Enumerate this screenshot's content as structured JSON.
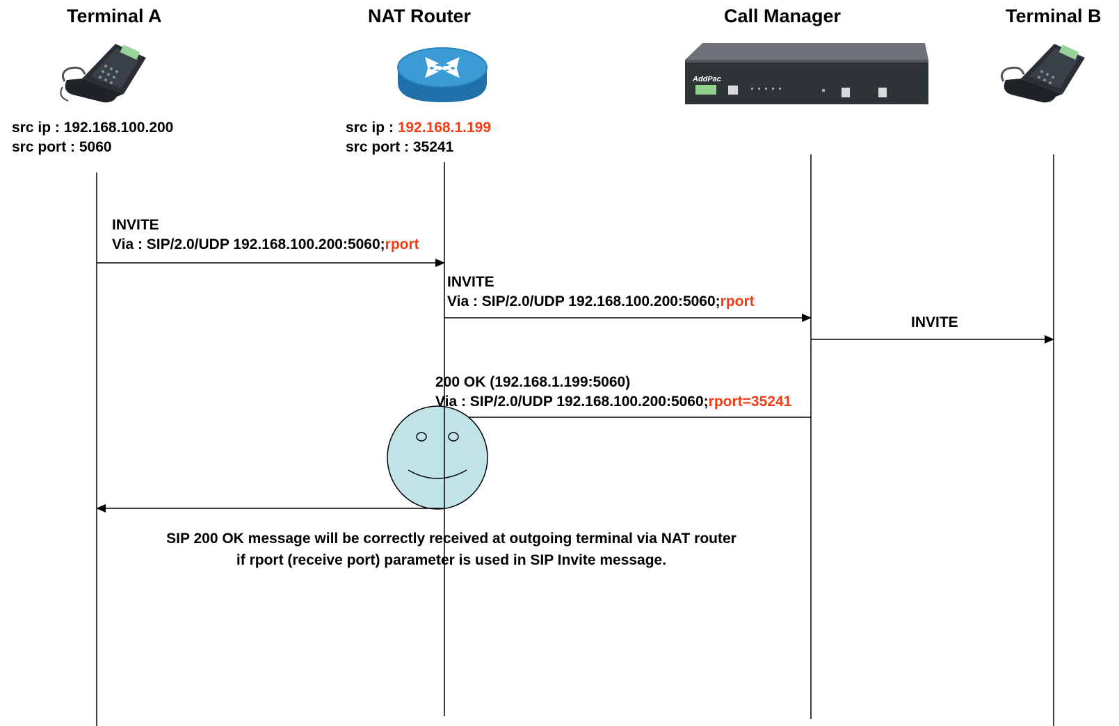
{
  "participants": {
    "terminal_a": "Terminal A",
    "nat_router": "NAT Router",
    "call_manager": "Call Manager",
    "terminal_b": "Terminal B"
  },
  "terminal_a_addr": {
    "ip_label": "src ip : ",
    "ip_value": "192.168.100.200",
    "port_label": "src port : ",
    "port_value": "5060"
  },
  "nat_addr": {
    "ip_label": "src ip : ",
    "ip_value": "192.168.1.199",
    "port_label": "src port : ",
    "port_value": "35241"
  },
  "device_brand": "AddPac",
  "messages": {
    "m1": {
      "method": "INVITE",
      "via": "Via : SIP/2.0/UDP 192.168.100.200:5060;",
      "param": "rport"
    },
    "m2": {
      "method": "INVITE",
      "via": "Via : SIP/2.0/UDP 192.168.100.200:5060;",
      "param": "rport"
    },
    "m3": {
      "method": "INVITE"
    },
    "m4": {
      "method": "200 OK (192.168.1.199:5060)",
      "via": "Via : SIP/2.0/UDP 192.168.100.200:5060;",
      "param": "rport=35241"
    }
  },
  "note": {
    "line1": "SIP 200 OK message will be correctly received at outgoing terminal via NAT router",
    "line2": "if  rport (receive port) parameter is used in SIP Invite message."
  },
  "colors": {
    "highlight": "#f23c14",
    "smiley_fill": "#bfe3e6",
    "router_blue": "#3a9bd5"
  }
}
